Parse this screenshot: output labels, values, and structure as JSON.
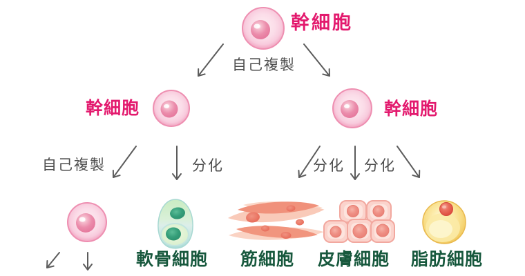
{
  "labels": {
    "stem_cell_top": "幹細胞",
    "stem_cell_left": "幹細胞",
    "stem_cell_right": "幹細胞",
    "self_replication_top": "自己複製",
    "self_replication_left": "自己複製",
    "differentiation_left": "分化",
    "differentiation_right_1": "分化",
    "differentiation_right_2": "分化",
    "chondrocyte": "軟骨細胞",
    "muscle_cell": "筋細胞",
    "skin_cell": "皮膚細胞",
    "fat_cell": "脂肪細胞"
  },
  "colors": {
    "stem_label": "#e31a6e",
    "process_label": "#4d4d4d",
    "cell_type_label": "#17583d",
    "arrow": "#5b5b5b",
    "background": "#ffffff",
    "stem_cell_body": "#fbdce8",
    "stem_cell_rim": "#ee8fb1",
    "stem_cell_nucleus": "#e87ba2",
    "chondrocyte_body": "#cdeac7",
    "chondrocyte_nucleus": "#359e79",
    "muscle_fiber": "#f0917b",
    "skin_cell_body": "#fbd5ce",
    "skin_cell_nucleus": "#ee8a7e",
    "fat_cell_body": "#f8dc85",
    "fat_cell_nucleus": "#e2564a"
  }
}
